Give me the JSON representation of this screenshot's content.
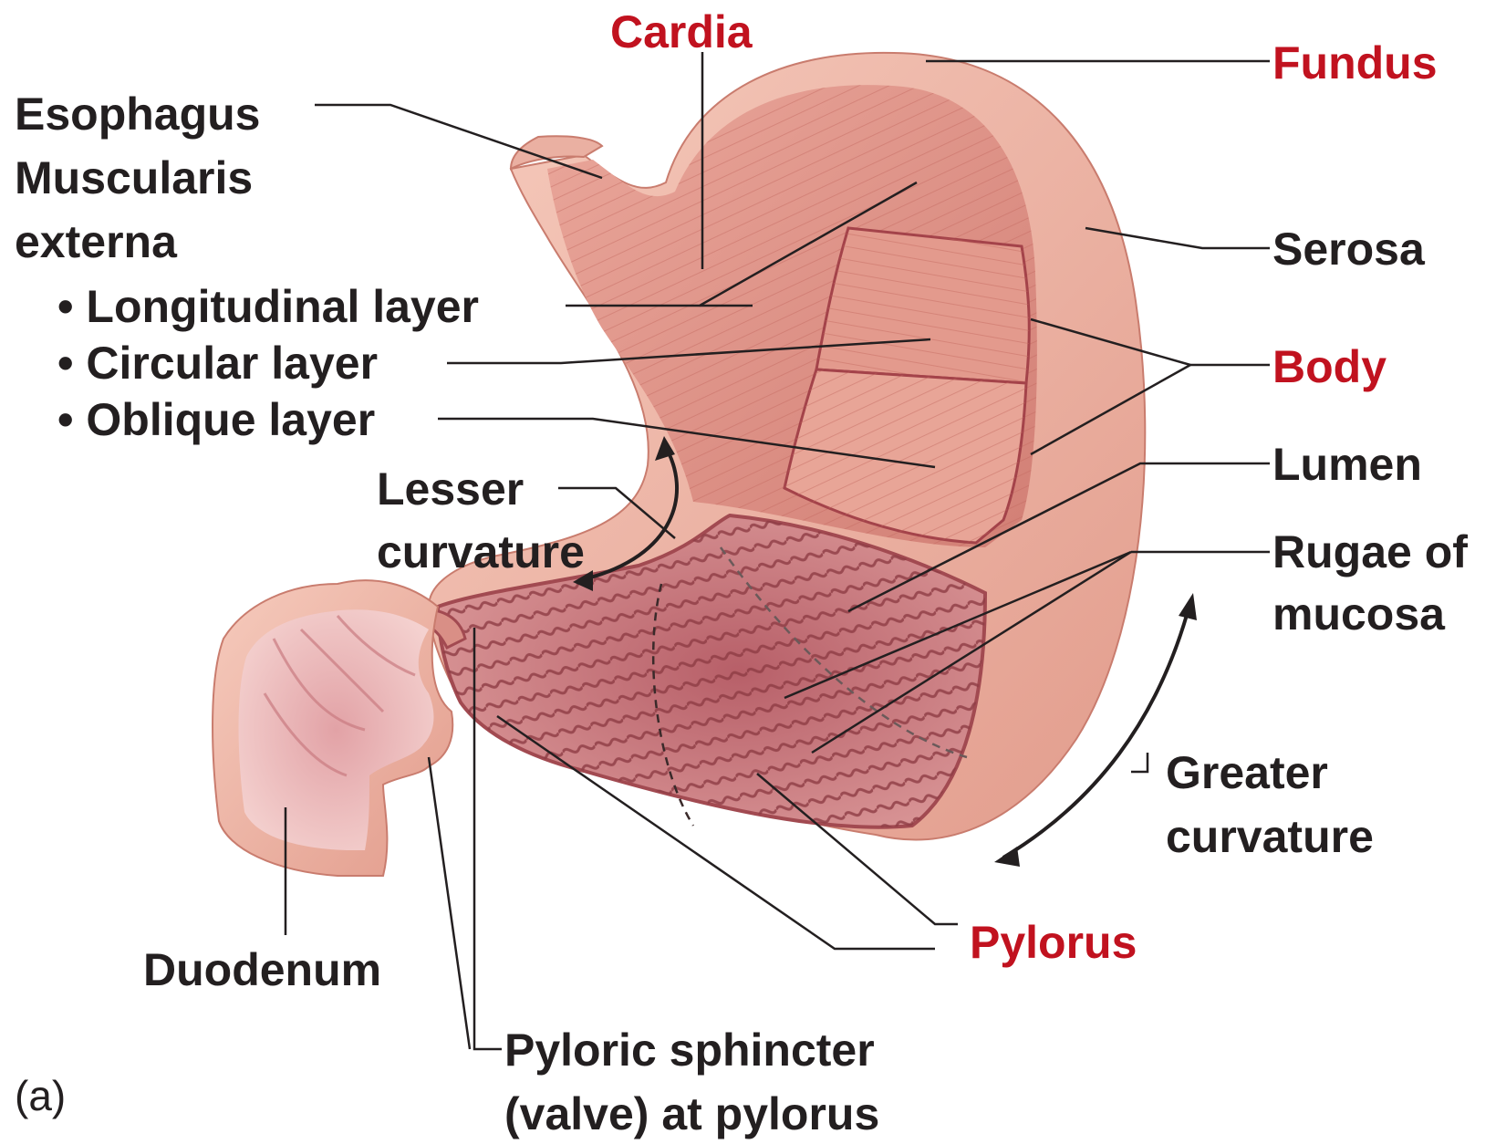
{
  "colors": {
    "accent_label": "#c1121f",
    "label": "#231f20",
    "leader": "#231f20",
    "muscle": "#e3978c",
    "muscle_dark": "#b65c57",
    "serosa": "#f0b9a8",
    "mucosa": "#c9767a",
    "mucosa_dark": "#8e3c44"
  },
  "labels": {
    "cardia": "Cardia",
    "fundus": "Fundus",
    "esophagus": "Esophagus",
    "muscularis_line1": "Muscularis",
    "muscularis_line2": "externa",
    "longitudinal": "Longitudinal layer",
    "circular": "Circular layer",
    "oblique": "Oblique layer",
    "serosa": "Serosa",
    "body": "Body",
    "lumen": "Lumen",
    "rugae_line1": "Rugae of",
    "rugae_line2": "mucosa",
    "lesser_line1": "Lesser",
    "lesser_line2": "curvature",
    "greater_line1": "Greater",
    "greater_line2": "curvature",
    "pylorus": "Pylorus",
    "duodenum": "Duodenum",
    "sphincter_line1": "Pyloric sphincter",
    "sphincter_line2": "(valve) at pylorus",
    "panel": "(a)"
  }
}
